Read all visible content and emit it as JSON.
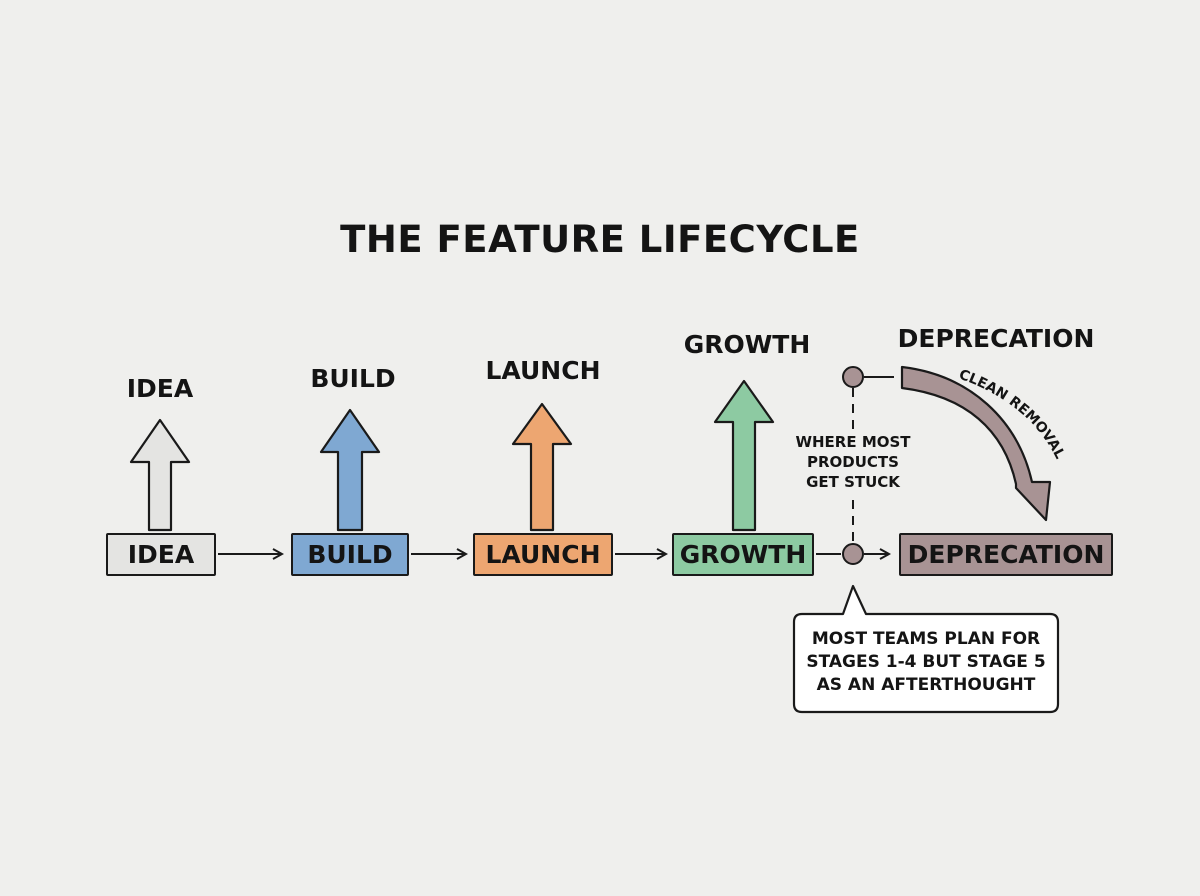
{
  "title": "THE FEATURE LIFECYCLE",
  "stages": [
    {
      "label": "IDEA",
      "box_label": "IDEA",
      "color": "#e4e4e2"
    },
    {
      "label": "BUILD",
      "box_label": "BUILD",
      "color": "#7fa8d2"
    },
    {
      "label": "LAUNCH",
      "box_label": "LAUNCH",
      "color": "#eda671"
    },
    {
      "label": "GROWTH",
      "box_label": "GROWTH",
      "color": "#8dcaa2"
    },
    {
      "label": "DEPRECATION",
      "box_label": "DEPRECATION",
      "color": "#a89394"
    }
  ],
  "stuck_note": [
    "WHERE MOST",
    "PRODUCTS",
    "GET STUCK"
  ],
  "curve_label": "CLEAN REMOVAL",
  "callout": [
    "MOST TEAMS PLAN FOR",
    "STAGES 1-4 BUT STAGE 5",
    "AS AN AFTERTHOUGHT"
  ],
  "colors": {
    "ink": "#1a1a1a",
    "marker": "#a89394",
    "background": "#efefed"
  }
}
